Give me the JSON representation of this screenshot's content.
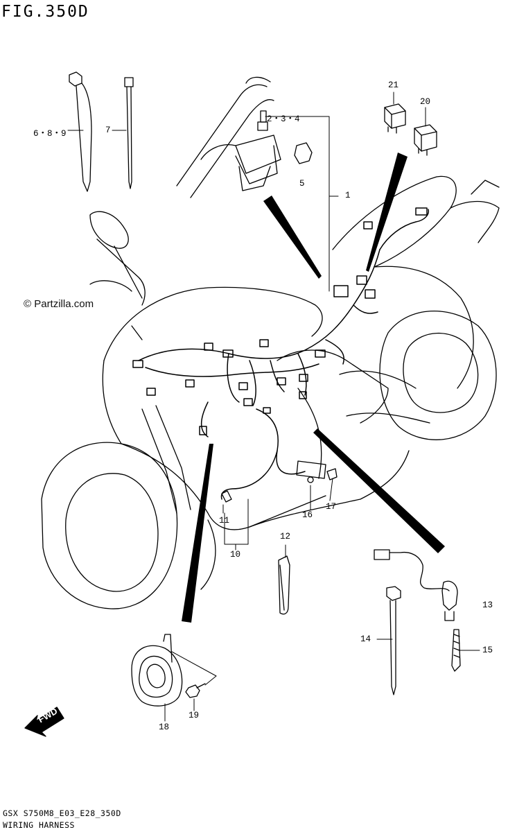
{
  "figure": {
    "title": "FIG.350D",
    "footer_code": "GSX S750M8_E03_E28_350D",
    "footer_name": "WIRING HARNESS",
    "watermark": "© Partzilla.com",
    "fwd_label": "FWD"
  },
  "callouts": {
    "c1": "1",
    "c234": "2・3・4",
    "c5": "5",
    "c689": "6・8・9",
    "c7": "7",
    "c10": "10",
    "c11": "11",
    "c12": "12",
    "c13": "13",
    "c14": "14",
    "c15": "15",
    "c16": "16",
    "c17": "17",
    "c18": "18",
    "c19": "19",
    "c20": "20",
    "c21": "21"
  }
}
